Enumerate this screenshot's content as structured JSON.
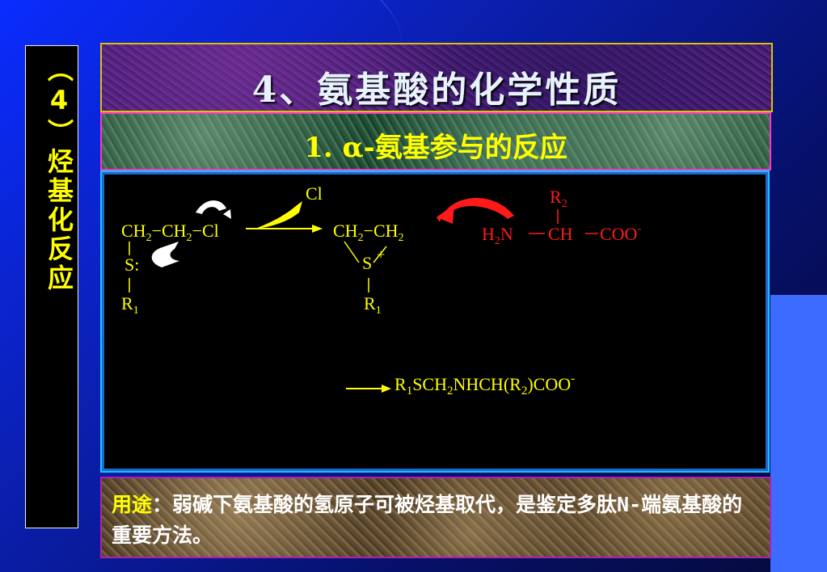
{
  "sidebar": {
    "title": "（4）烃基化反应"
  },
  "header": {
    "title": "4、氨基酸的化学性质"
  },
  "subheader": {
    "title": "1. α-氨基参与的反应"
  },
  "reaction": {
    "reactant": {
      "ch2a": "CH",
      "sub2": "2",
      "ch2b": "CH",
      "cl": "Cl",
      "s": "S:",
      "r": "R",
      "r_sub": "1"
    },
    "leaving_cl": "Cl",
    "intermediate": {
      "ch2a": "CH",
      "ch2b": "CH",
      "sub2": "2",
      "s": "S",
      "plus": "+",
      "r": "R",
      "r_sub": "1"
    },
    "amino_acid": {
      "h2n_h": "H",
      "h2n_sub": "2",
      "h2n_n": "N",
      "ch": "CH",
      "coo": "COO",
      "charge": "-",
      "r": "R",
      "r_sub": "2"
    },
    "product": {
      "text_pre": "R",
      "s1": "1",
      "mid1": "SCH",
      "s2": "2",
      "mid2": "NHCH(R",
      "s3": "2",
      "mid3": ")COO",
      "charge": "-"
    },
    "colors": {
      "yellow": "#ffff00",
      "red": "#ff1a1a",
      "white": "#ffffff"
    }
  },
  "note": {
    "label": "用途",
    "text": "：弱碱下氨基酸的氢原子可被烃基取代，是鉴定多肽N-端氨基酸的重要方法。"
  }
}
